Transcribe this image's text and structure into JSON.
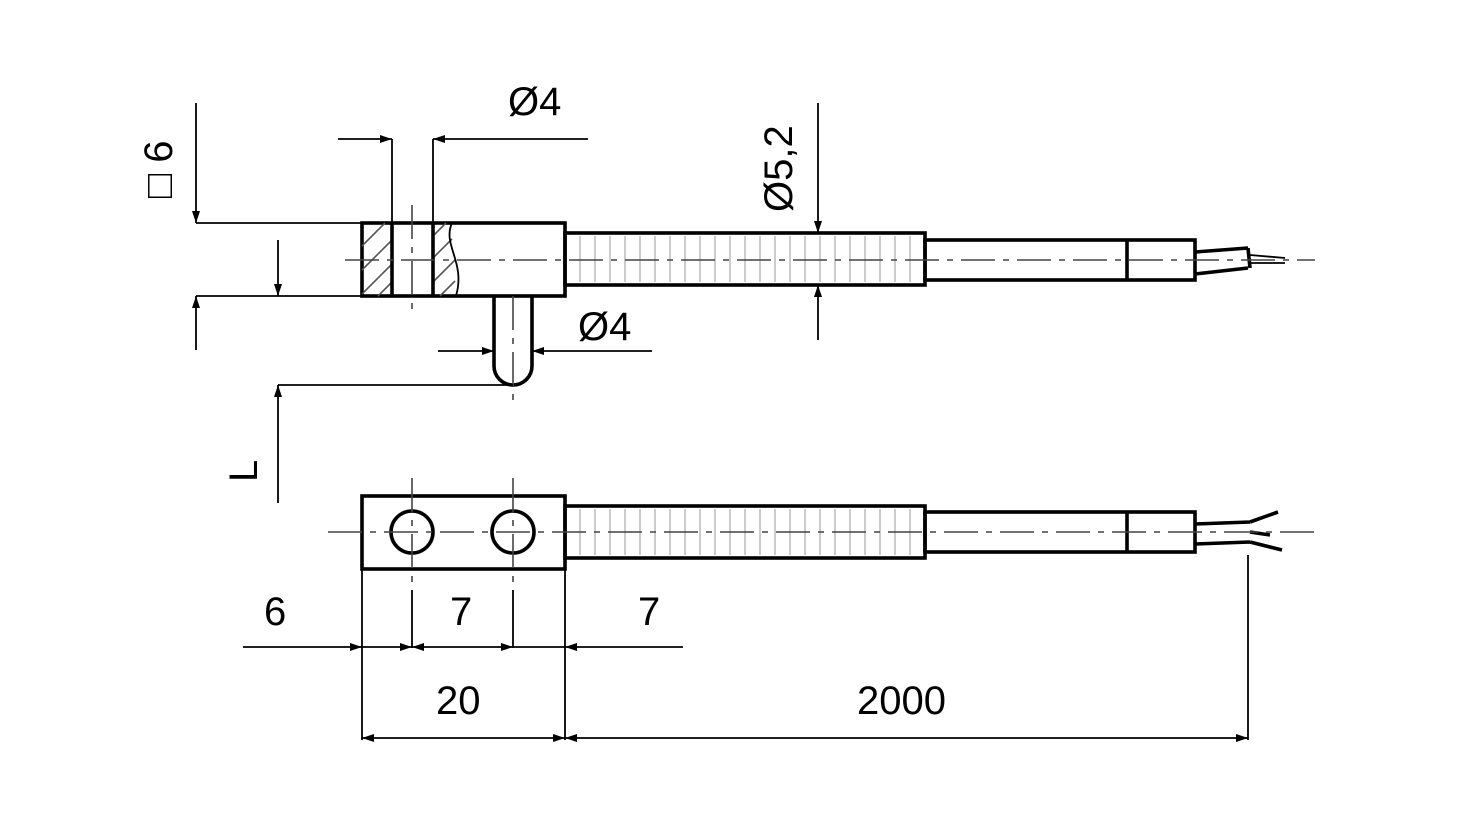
{
  "dimensions": {
    "square_size": "□ 6",
    "pin_dia_top": "Ø4",
    "sleeve_dia": "Ø5,2",
    "pin_dia_side": "Ø4",
    "length_L": "L",
    "offset_6": "6",
    "hole_pitch_7": "7",
    "hole_edge_7": "7",
    "body_length": "20",
    "cable_length": "2000"
  }
}
